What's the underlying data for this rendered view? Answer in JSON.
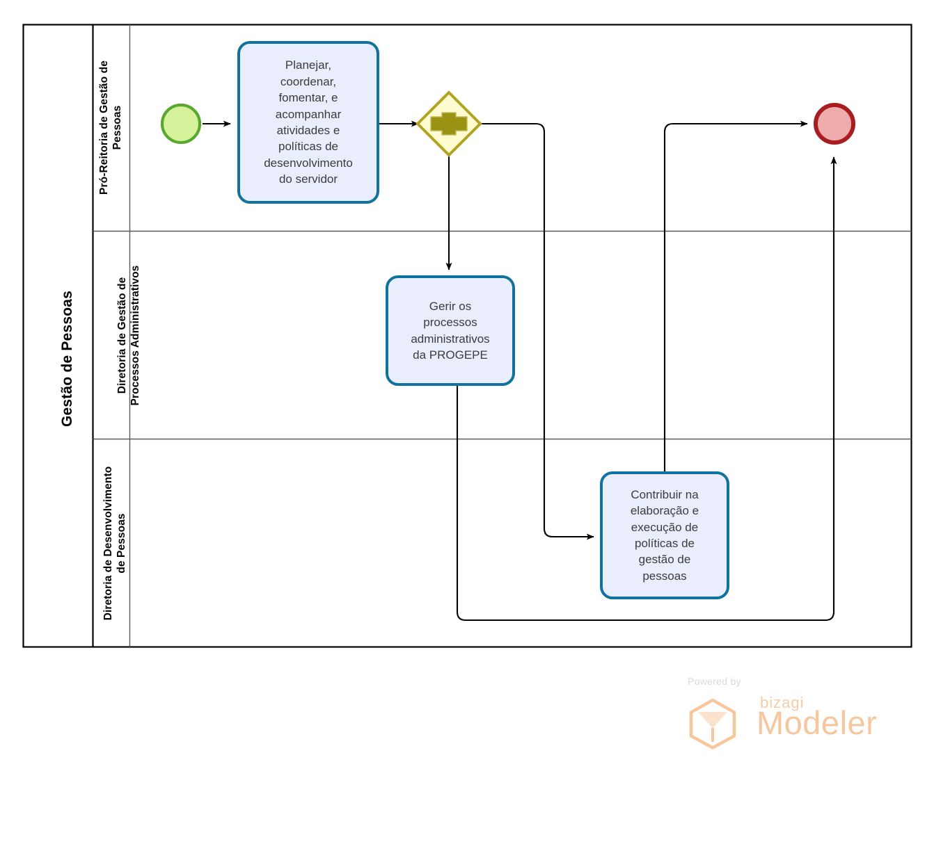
{
  "diagram": {
    "type": "bpmn-process-diagram",
    "pool": {
      "title": "Gestão de Pessoas",
      "lanes": [
        {
          "id": "lane-pro-reitoria",
          "label": "Pró-Reitoria de Gestão de\nPessoas"
        },
        {
          "id": "lane-diretoria-processos",
          "label": "Diretoria de Gestão de\nProcessos Administrativos"
        },
        {
          "id": "lane-diretoria-desenvolvimento",
          "label": "Diretoria de Desenvolvimento\nde Pessoas"
        }
      ]
    },
    "elements": {
      "start_event": {
        "name": "start-event",
        "lane": "lane-pro-reitoria"
      },
      "end_event": {
        "name": "end-event",
        "lane": "lane-pro-reitoria"
      },
      "gateway": {
        "name": "parallel-gateway",
        "symbol": "+",
        "lane": "lane-pro-reitoria"
      },
      "tasks": [
        {
          "id": "task-planejar",
          "label": "Planejar,\ncoordenar,\nfomentar, e\nacompanhar\natividades e\npolíticas de\ndesenvolvimento\ndo servidor",
          "lane": "lane-pro-reitoria"
        },
        {
          "id": "task-gerir",
          "label": "Gerir os\nprocessos\nadministrativos\nda PROGEPE",
          "lane": "lane-diretoria-processos"
        },
        {
          "id": "task-contribuir",
          "label": "Contribuir na\nelaboração e\nexecução de\npolíticas de\ngestão de\npessoas",
          "lane": "lane-diretoria-desenvolvimento"
        }
      ]
    },
    "colors": {
      "start_event_fill": "#d6f29a",
      "start_event_stroke": "#5aa832",
      "end_event_fill": "#eeacac",
      "end_event_stroke": "#a81d21",
      "gateway_fill": "#fdfbcf",
      "gateway_stroke": "#b0a521",
      "gateway_symbol": "#9a9213",
      "task_fill": "#eaeefc",
      "task_stroke": "#12729e",
      "connector": "#000000",
      "lane_border": "#5a5a5a",
      "pool_border": "#000000",
      "task_text": "#3c3c3c"
    }
  },
  "watermark": {
    "powered_by": "Powered by",
    "brand": "bizagi",
    "product": "Modeler"
  }
}
